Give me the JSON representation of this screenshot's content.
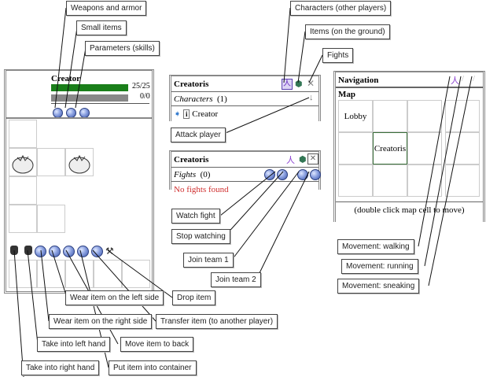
{
  "character_panel": {
    "name": "Creator",
    "health": {
      "label": "25/25",
      "fraction": 1.0,
      "color": "#1a7f1a"
    },
    "mana": {
      "label": "0/0",
      "fraction": 1.0,
      "color": "#888888"
    },
    "tab_icons": [
      "weapons-armor-icon",
      "small-items-icon",
      "parameters-icon"
    ],
    "inventory_items": [
      "sack-icon",
      "sack-icon"
    ],
    "action_icons": [
      "take-right-hand-icon",
      "take-left-hand-icon",
      "wear-right-icon",
      "wear-left-icon",
      "move-back-icon",
      "put-container-icon",
      "transfer-icon",
      "drop-icon"
    ]
  },
  "location_panel": {
    "title": "Creatoris",
    "section": "Characters",
    "count": "(1)",
    "list": [
      {
        "name": "Creator"
      }
    ]
  },
  "fights_panel": {
    "title": "Creatoris",
    "section": "Fights",
    "count": "(0)",
    "empty_message": "No fights found",
    "empty_color": "#d03030"
  },
  "navigation_panel": {
    "title": "Navigation",
    "map_label": "Map",
    "cells": [
      "Lobby",
      "",
      "",
      "",
      "",
      "Creatoris",
      "",
      "",
      "",
      "",
      "",
      ""
    ],
    "current_cell": "Creatoris",
    "hint": "(double click map cell to move)"
  },
  "callouts": {
    "weapons_armor": "Weapons and armor",
    "small_items": "Small items",
    "parameters": "Parameters (skills)",
    "characters_other": "Characters (other players)",
    "items_ground": "Items (on the ground)",
    "fights": "Fights",
    "attack_player": "Attack player",
    "watch_fight": "Watch fight",
    "stop_watching": "Stop watching",
    "join_team_1": "Join team 1",
    "join_team_2": "Join team 2",
    "movement_walking": "Movement: walking",
    "movement_running": "Movement: running",
    "movement_sneaking": "Movement: sneaking",
    "wear_left": "Wear item on the left side",
    "wear_right": "Wear item on the right side",
    "take_left": "Take into left hand",
    "take_right": "Take into right hand",
    "drop_item": "Drop item",
    "transfer_item": "Transfer item (to another player)",
    "move_back": "Move item to back",
    "put_container": "Put item into container"
  }
}
